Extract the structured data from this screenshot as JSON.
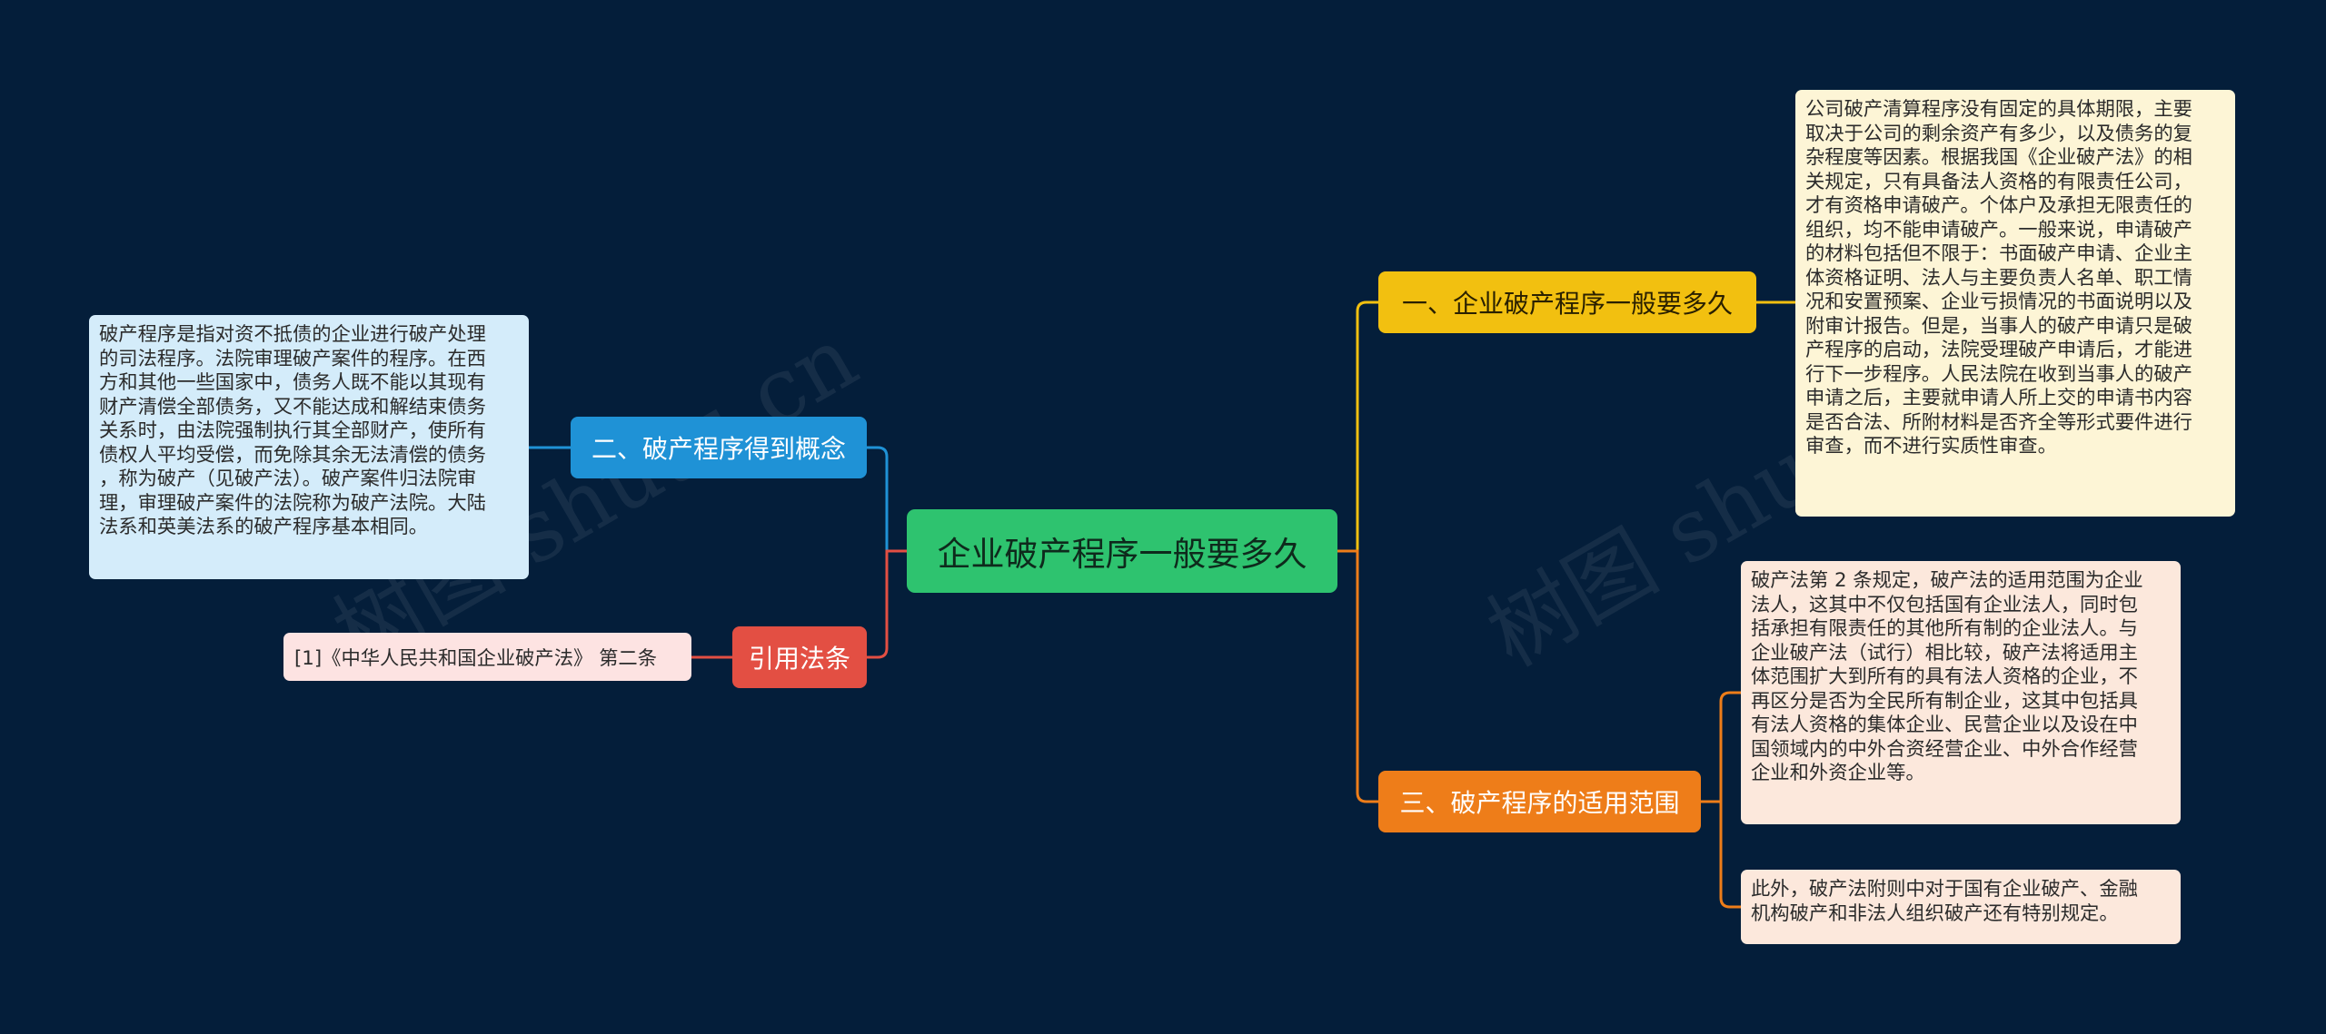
{
  "center": {
    "label": "企业破产程序一般要多久"
  },
  "branches": {
    "b1": {
      "label": "一、企业破产程序一般要多久",
      "leaf": "公司破产清算程序没有固定的具体期限，主要\n取决于公司的剩余资产有多少，以及债务的复\n杂程度等因素。根据我国《企业破产法》的相\n关规定，只有具备法人资格的有限责任公司，\n才有资格申请破产。个体户及承担无限责任的\n组织，均不能申请破产。一般来说，申请破产\n的材料包括但不限于：书面破产申请、企业主\n体资格证明、法人与主要负责人名单、职工情\n况和安置预案、企业亏损情况的书面说明以及\n附审计报告。但是，当事人的破产申请只是破\n产程序的启动，法院受理破产申请后，才能进\n行下一步程序。人民法院在收到当事人的破产\n申请之后，主要就申请人所上交的申请书内容\n是否合法、所附材料是否齐全等形式要件进行\n审查，而不进行实质性审查。"
    },
    "b2": {
      "label": "二、破产程序得到概念",
      "leaf": "破产程序是指对资不抵债的企业进行破产处理\n的司法程序。法院审理破产案件的程序。在西\n方和其他一些国家中，债务人既不能以其现有\n财产清偿全部债务，又不能达成和解结束债务\n关系时，由法院强制执行其全部财产，使所有\n债权人平均受偿，而免除其余无法清偿的债务\n，称为破产（见破产法）。破产案件归法院审\n理，审理破产案件的法院称为破产法院。大陆\n法系和英美法系的破产程序基本相同。"
    },
    "b3": {
      "label": "三、破产程序的适用范围",
      "leaf_a": "破产法第 2 条规定，破产法的适用范围为企业\n法人，这其中不仅包括国有企业法人，同时包\n括承担有限责任的其他所有制的企业法人。与\n企业破产法（试行）相比较，破产法将适用主\n体范围扩大到所有的具有法人资格的企业，不\n再区分是否为全民所有制企业，这其中包括具\n有法人资格的集体企业、民营企业以及设在中\n国领域内的中外合资经营企业、中外合作经营\n企业和外资企业等。",
      "leaf_b": "此外，破产法附则中对于国有企业破产、金融\n机构破产和非法人组织破产还有特别规定。"
    },
    "ref": {
      "label": "引用法条",
      "leaf": "[1]《中华人民共和国企业破产法》 第二条"
    }
  },
  "watermark": [
    "树图 shutu.cn",
    "树图 shutu.cn"
  ],
  "colors": {
    "background": "#041e3a",
    "center": "#2ec36f",
    "branch1": "#f2c010",
    "branch2": "#1f92d6",
    "branch3": "#ee7d19",
    "ref": "#e34f43"
  }
}
